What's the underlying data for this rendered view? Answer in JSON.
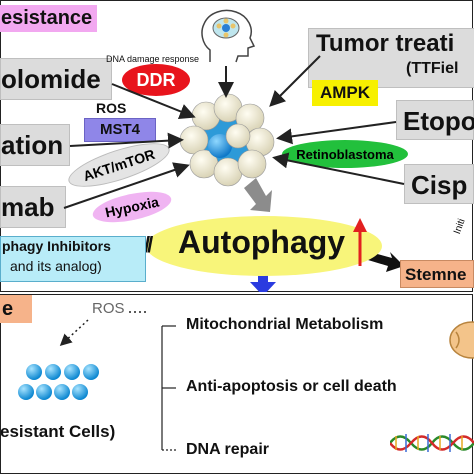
{
  "top_panel": {
    "resistance_label": "esistance",
    "treatments": {
      "temozolomide": "olomide",
      "radiation": "ation",
      "bevacizumab": "mab",
      "tumor_treating": "Tumor  treati",
      "ttfields": "(TTFiel",
      "etoposide": "Etopo",
      "cisplatin": "Cisp"
    },
    "factors": {
      "ddr_note": "DNA damage response",
      "ddr": "DDR",
      "ros": "ROS",
      "mst4": "MST4",
      "akt_mtor": "AKT/mTOR",
      "hypoxia": "Hypoxia",
      "ampk": "AMPK",
      "retinoblastoma": "Retinoblastoma"
    },
    "autophagy": {
      "label": "Autophagy",
      "inhibitors_line1": "phagy Inhibitors",
      "inhibitors_line2": "and its analog)",
      "stemness": "Stemne",
      "initiation_fragment": "Initi"
    }
  },
  "bottom_panel": {
    "corner_label": "e",
    "ros": "ROS",
    "resistant_cells": "esistant Cells)",
    "outcomes": [
      "Mitochondrial Metabolism",
      "Anti-apoptosis or cell death",
      "DNA repair"
    ]
  },
  "colors": {
    "resistance_tag": "#f2a8f0",
    "ddr": "#e8141c",
    "mst4": "#8f86e8",
    "hypoxia": "#f0b4f2",
    "ampk": "#f7f000",
    "retinoblastoma": "#22c03c",
    "autophagy": "#f8f57a",
    "stemness": "#f6b38a",
    "cell_blue": "#1aa0e6",
    "arrow_blue": "#2a3be0",
    "up_arrow_red": "#e22020"
  }
}
